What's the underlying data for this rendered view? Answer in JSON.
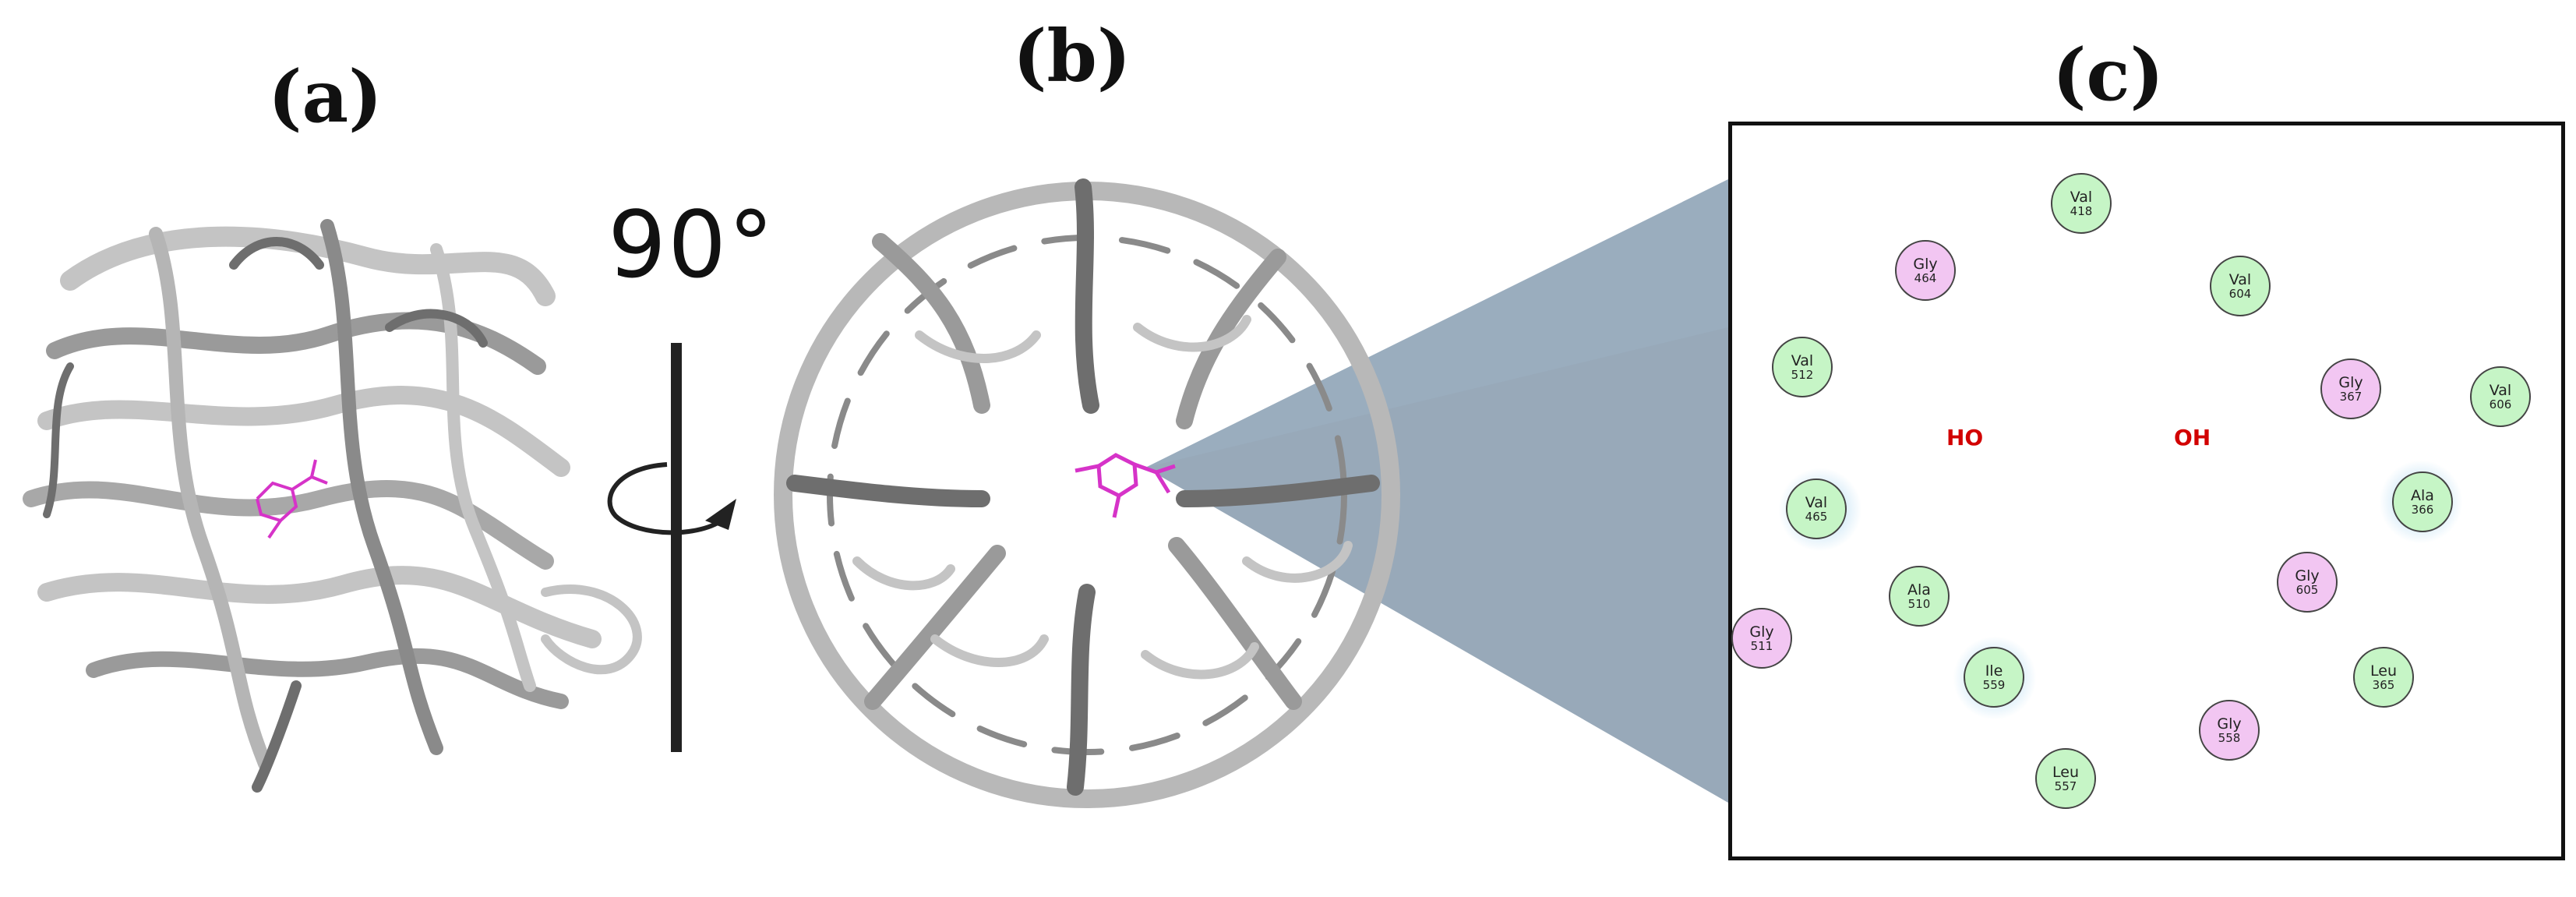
{
  "panels": {
    "a": {
      "label": "(a)"
    },
    "b": {
      "label": "(b)"
    },
    "c": {
      "label": "(c)"
    }
  },
  "rotation": {
    "label": "90°"
  },
  "colors": {
    "ribbon_light": "#c4c4c4",
    "ribbon_dark": "#6e6e6e",
    "ligand": "#d633c8",
    "zoom_cone": "#44627f",
    "hydrophobic_residue": "#c6f5c6",
    "glycine_residue": "#f2c6f2",
    "hbond": "#3333dd",
    "hydroxyl": "#d20000"
  },
  "ligand": {
    "hydroxyl_left": "HO",
    "hydroxyl_right": "OH"
  },
  "residues": [
    {
      "name": "Val",
      "number": "418",
      "type": "hydrophobic"
    },
    {
      "name": "Gly",
      "number": "464",
      "type": "glycine"
    },
    {
      "name": "Val",
      "number": "604",
      "type": "hydrophobic"
    },
    {
      "name": "Val",
      "number": "512",
      "type": "hydrophobic"
    },
    {
      "name": "Gly",
      "number": "367",
      "type": "glycine"
    },
    {
      "name": "Val",
      "number": "606",
      "type": "hydrophobic"
    },
    {
      "name": "Val",
      "number": "465",
      "type": "hydrophobic"
    },
    {
      "name": "Ala",
      "number": "366",
      "type": "hydrophobic"
    },
    {
      "name": "Ala",
      "number": "510",
      "type": "hydrophobic"
    },
    {
      "name": "Gly",
      "number": "605",
      "type": "glycine"
    },
    {
      "name": "Gly",
      "number": "511",
      "type": "glycine"
    },
    {
      "name": "Ile",
      "number": "559",
      "type": "hydrophobic"
    },
    {
      "name": "Leu",
      "number": "365",
      "type": "hydrophobic"
    },
    {
      "name": "Gly",
      "number": "558",
      "type": "glycine"
    },
    {
      "name": "Leu",
      "number": "557",
      "type": "hydrophobic"
    }
  ]
}
